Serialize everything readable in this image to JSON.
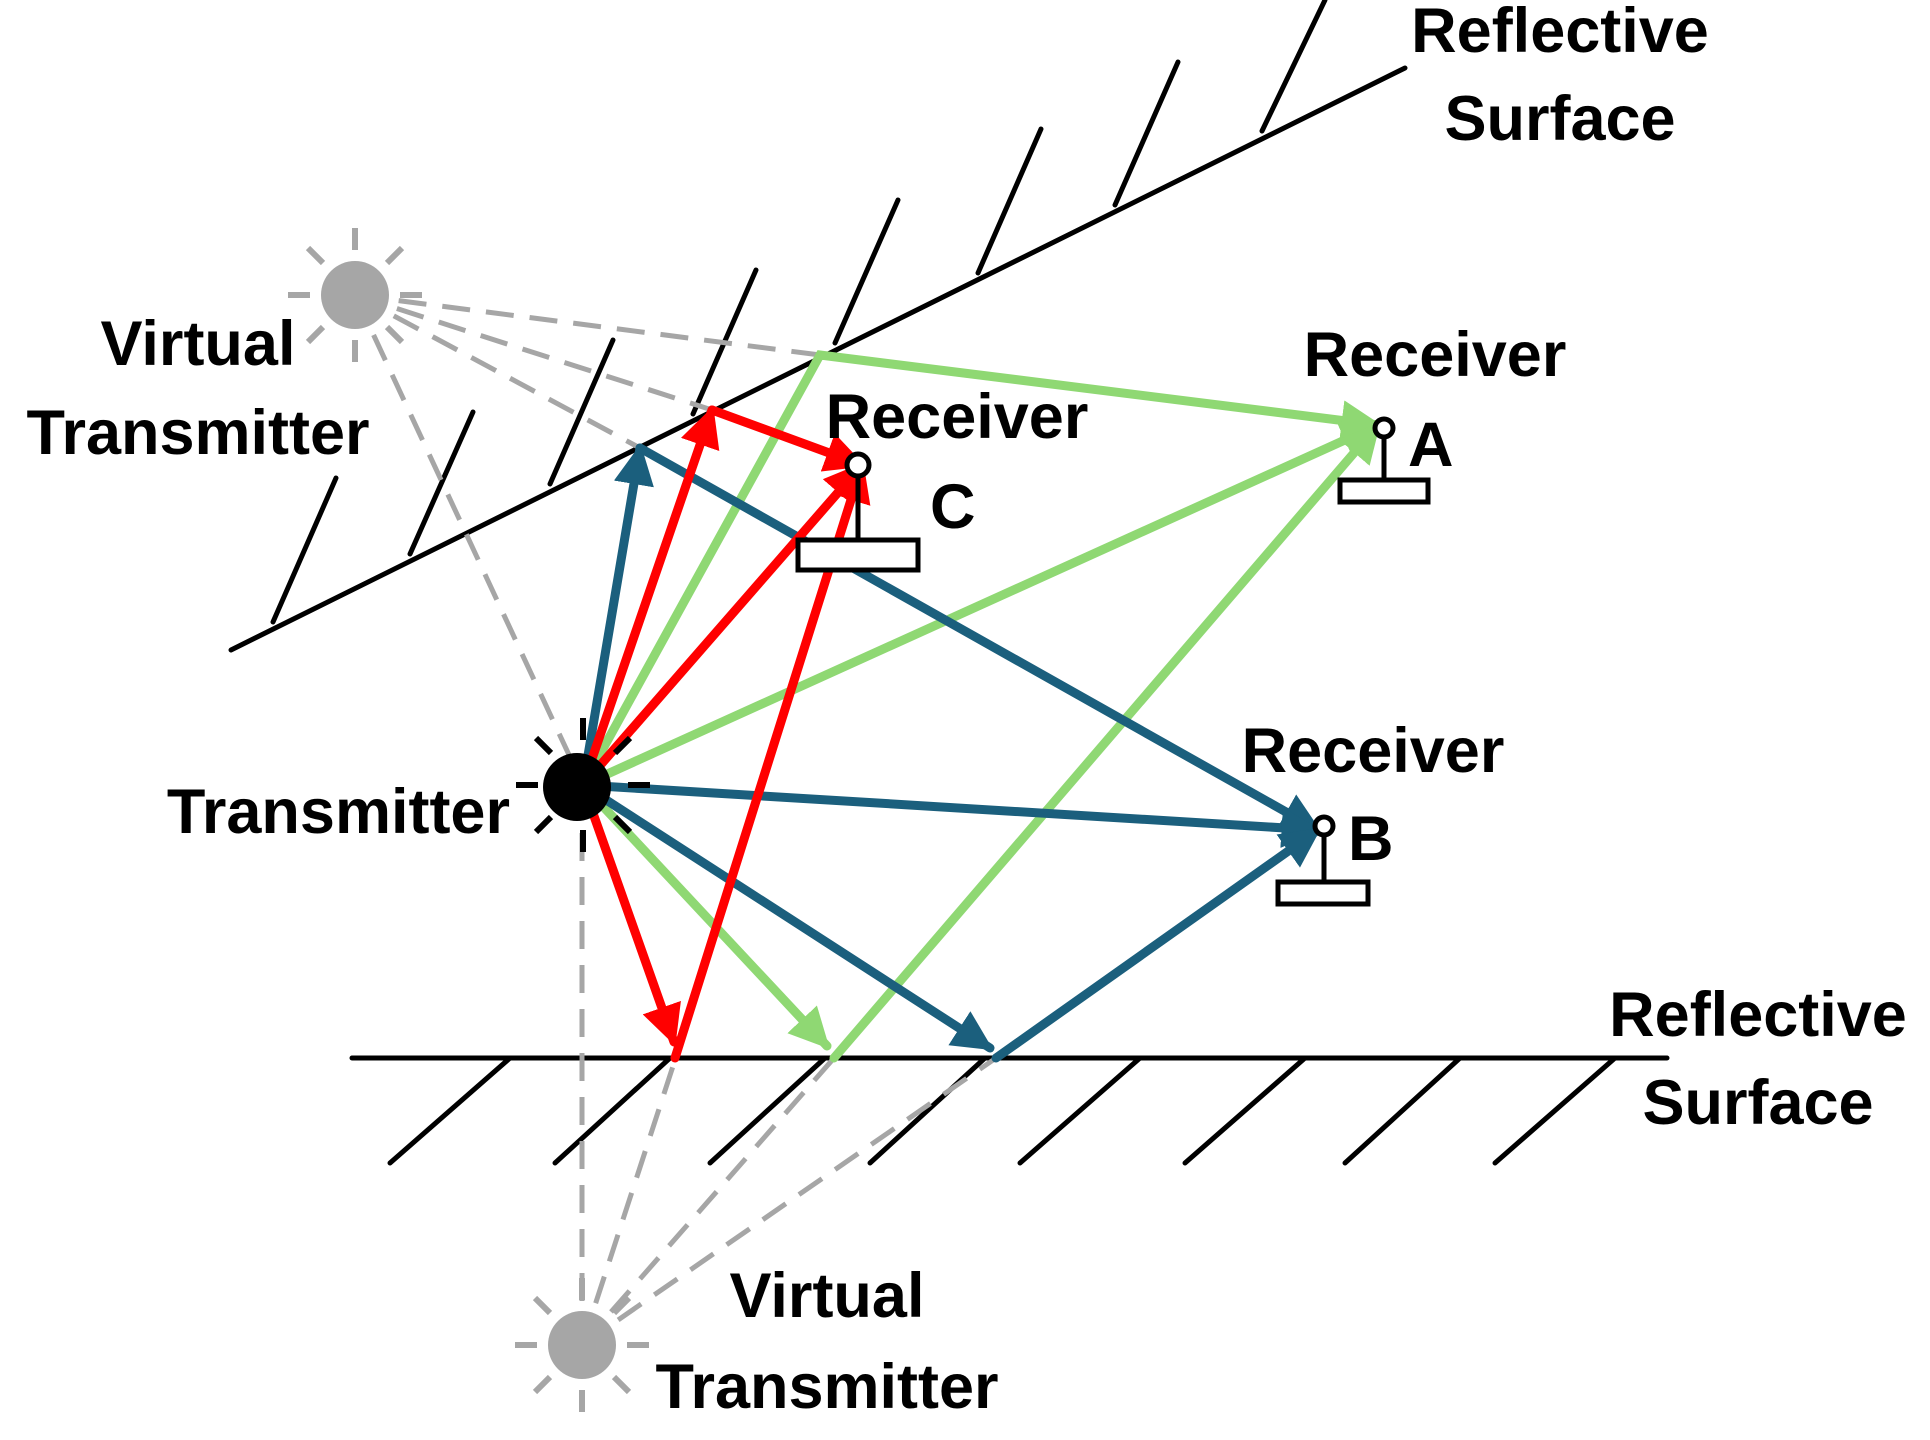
{
  "labels": {
    "top_surface_line1": "Reflective",
    "top_surface_line2": "Surface",
    "bottom_surface_line1": "Reflective",
    "bottom_surface_line2": "Surface",
    "virtual_top_line1": "Virtual",
    "virtual_top_line2": "Transmitter",
    "virtual_bottom_line1": "Virtual",
    "virtual_bottom_line2": "Transmitter",
    "transmitter": "Transmitter",
    "receiver_a": "Receiver",
    "receiver_a_id": "A",
    "receiver_b": "Receiver",
    "receiver_b_id": "B",
    "receiver_c": "Receiver",
    "receiver_c_id": "C"
  },
  "colors": {
    "surface": "#000000",
    "path_to_A": "#8fd873",
    "path_to_B": "#1b5f7d",
    "path_to_C": "#ff0000",
    "virtual_paths": "#a6a6a6",
    "virtual_transmitter": "#a6a6a6",
    "transmitter": "#000000"
  }
}
